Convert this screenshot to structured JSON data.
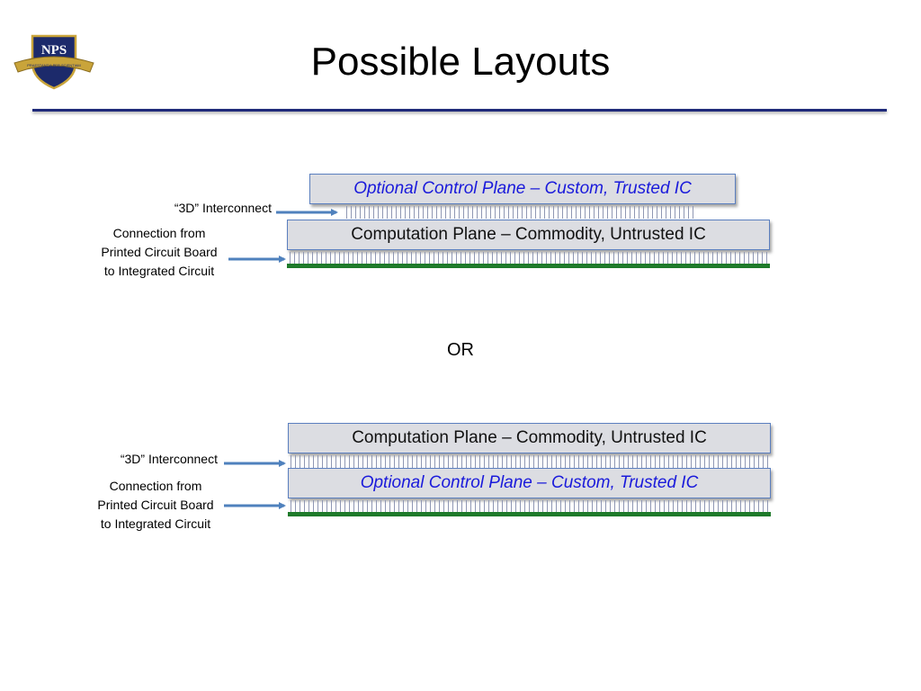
{
  "header": {
    "title": "Possible Layouts"
  },
  "logo": {
    "text": "NPS",
    "motto": "PRAESTANTIA PER SCIENTIAM"
  },
  "layout1": {
    "top_plane": "Optional Control Plane – Custom, Trusted IC",
    "bottom_plane": "Computation Plane – Commodity, Untrusted IC",
    "interconnect_label": "“3D” Interconnect",
    "pcb_label": [
      "Connection from",
      "Printed Circuit Board",
      "to Integrated Circuit"
    ]
  },
  "separator": "OR",
  "layout2": {
    "top_plane": "Computation Plane – Commodity, Untrusted IC",
    "bottom_plane": "Optional Control Plane – Custom, Trusted IC",
    "interconnect_label": "“3D” Interconnect",
    "pcb_label": [
      "Connection from",
      "Printed Circuit Board",
      "to Integrated Circuit"
    ]
  },
  "colors": {
    "trusted_text": "#1a1adb",
    "board": "#1e7a2a",
    "arrow": "#4f81bd",
    "rule": "#1f2a7a"
  }
}
